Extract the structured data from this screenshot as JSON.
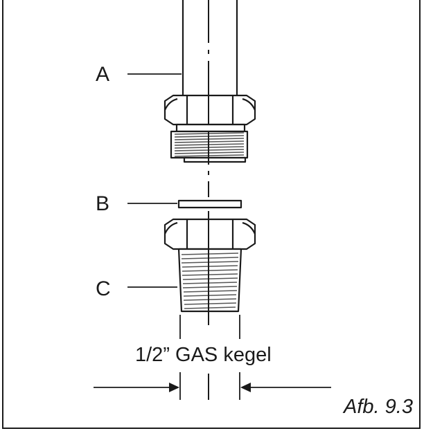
{
  "labels": {
    "a": "A",
    "b": "B",
    "c": "C"
  },
  "dimension_label": "1/2” GAS kegel",
  "caption": "Afb. 9.3",
  "line_color": "#1a1a1a"
}
